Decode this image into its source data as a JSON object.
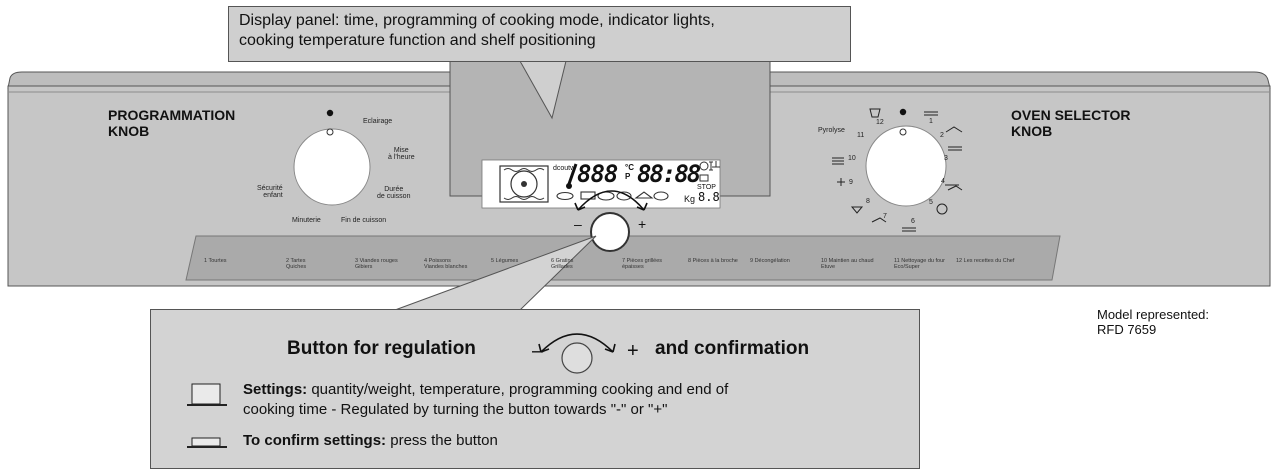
{
  "display_callout": {
    "line1": "Display panel: time, programming of cooking mode, indicator lights,",
    "line2": "cooking temperature function and shelf positioning"
  },
  "programmation_knob": {
    "title_line1": "PROGRAMMATION",
    "title_line2": "KNOB",
    "labels": {
      "eclairage": "Eclairage",
      "mise_line1": "Mise",
      "mise_line2": "à l'heure",
      "duree_line1": "Durée",
      "duree_line2": "de cuisson",
      "fin": "Fin de cuisson",
      "minuterie": "Minuterie",
      "securite_line1": "Sécurité",
      "securite_line2": "enfant"
    }
  },
  "oven_selector_knob": {
    "title_line1": "OVEN SELECTOR",
    "title_line2": "KNOB",
    "positions": {
      "p1": "1",
      "p2": "2",
      "p3": "3",
      "p4": "4",
      "p5": "5",
      "p6": "6",
      "p7": "7",
      "p8": "8",
      "p9": "9",
      "p10": "10",
      "p11": "11",
      "p12": "12",
      "pyrolyse": "Pyrolyse"
    }
  },
  "display_panel": {
    "temp_digits": "888",
    "temp_unit_top": "°C",
    "temp_unit_bottom": "P",
    "time_digits": "88:88",
    "stop": "STOP",
    "weight_unit": "Kg",
    "weight_digits": "8.8",
    "small_label": "dcoutw"
  },
  "dial": {
    "minus": "–",
    "plus": "+"
  },
  "programs": [
    {
      "line1": "1 Tourtes",
      "line2": ""
    },
    {
      "line1": "2 Tartes",
      "line2": "Quiches"
    },
    {
      "line1": "3 Viandes rouges",
      "line2": "Gibiers"
    },
    {
      "line1": "4 Poissons",
      "line2": "Viandes blanches"
    },
    {
      "line1": "5 Légumes",
      "line2": ""
    },
    {
      "line1": "6 Gratins",
      "line2": "Grillades"
    },
    {
      "line1": "7 Pièces grillées",
      "line2": "épaisses"
    },
    {
      "line1": "8 Pièces à la broche",
      "line2": ""
    },
    {
      "line1": "9 Décongélation",
      "line2": ""
    },
    {
      "line1": "10 Maintien au chaud",
      "line2": "Etuve"
    },
    {
      "line1": "11 Nettoyage du four",
      "line2": "Eco/Super"
    },
    {
      "line1": "12 Les recettes du Chef",
      "line2": ""
    }
  ],
  "regulation_callout": {
    "title_left": "Button for regulation",
    "minus": "–",
    "plus": "+",
    "title_right": "and confirmation",
    "settings_bold": "Settings:",
    "settings_text_line1": "quantity/weight, temperature, programming cooking and end of",
    "settings_text_line2": "cooking time - Regulated by turning the button towards \"-\" or \"+\"",
    "confirm_bold": "To confirm settings:",
    "confirm_text": "press the button"
  },
  "model": {
    "line1": "Model represented:",
    "line2": "RFD 7659"
  },
  "colors": {
    "panel": "#c6c6c6",
    "panel_dark": "#a9a9a9",
    "callout": "#d0d0d0",
    "display": "#ffffff",
    "knob": "#ffffff"
  }
}
